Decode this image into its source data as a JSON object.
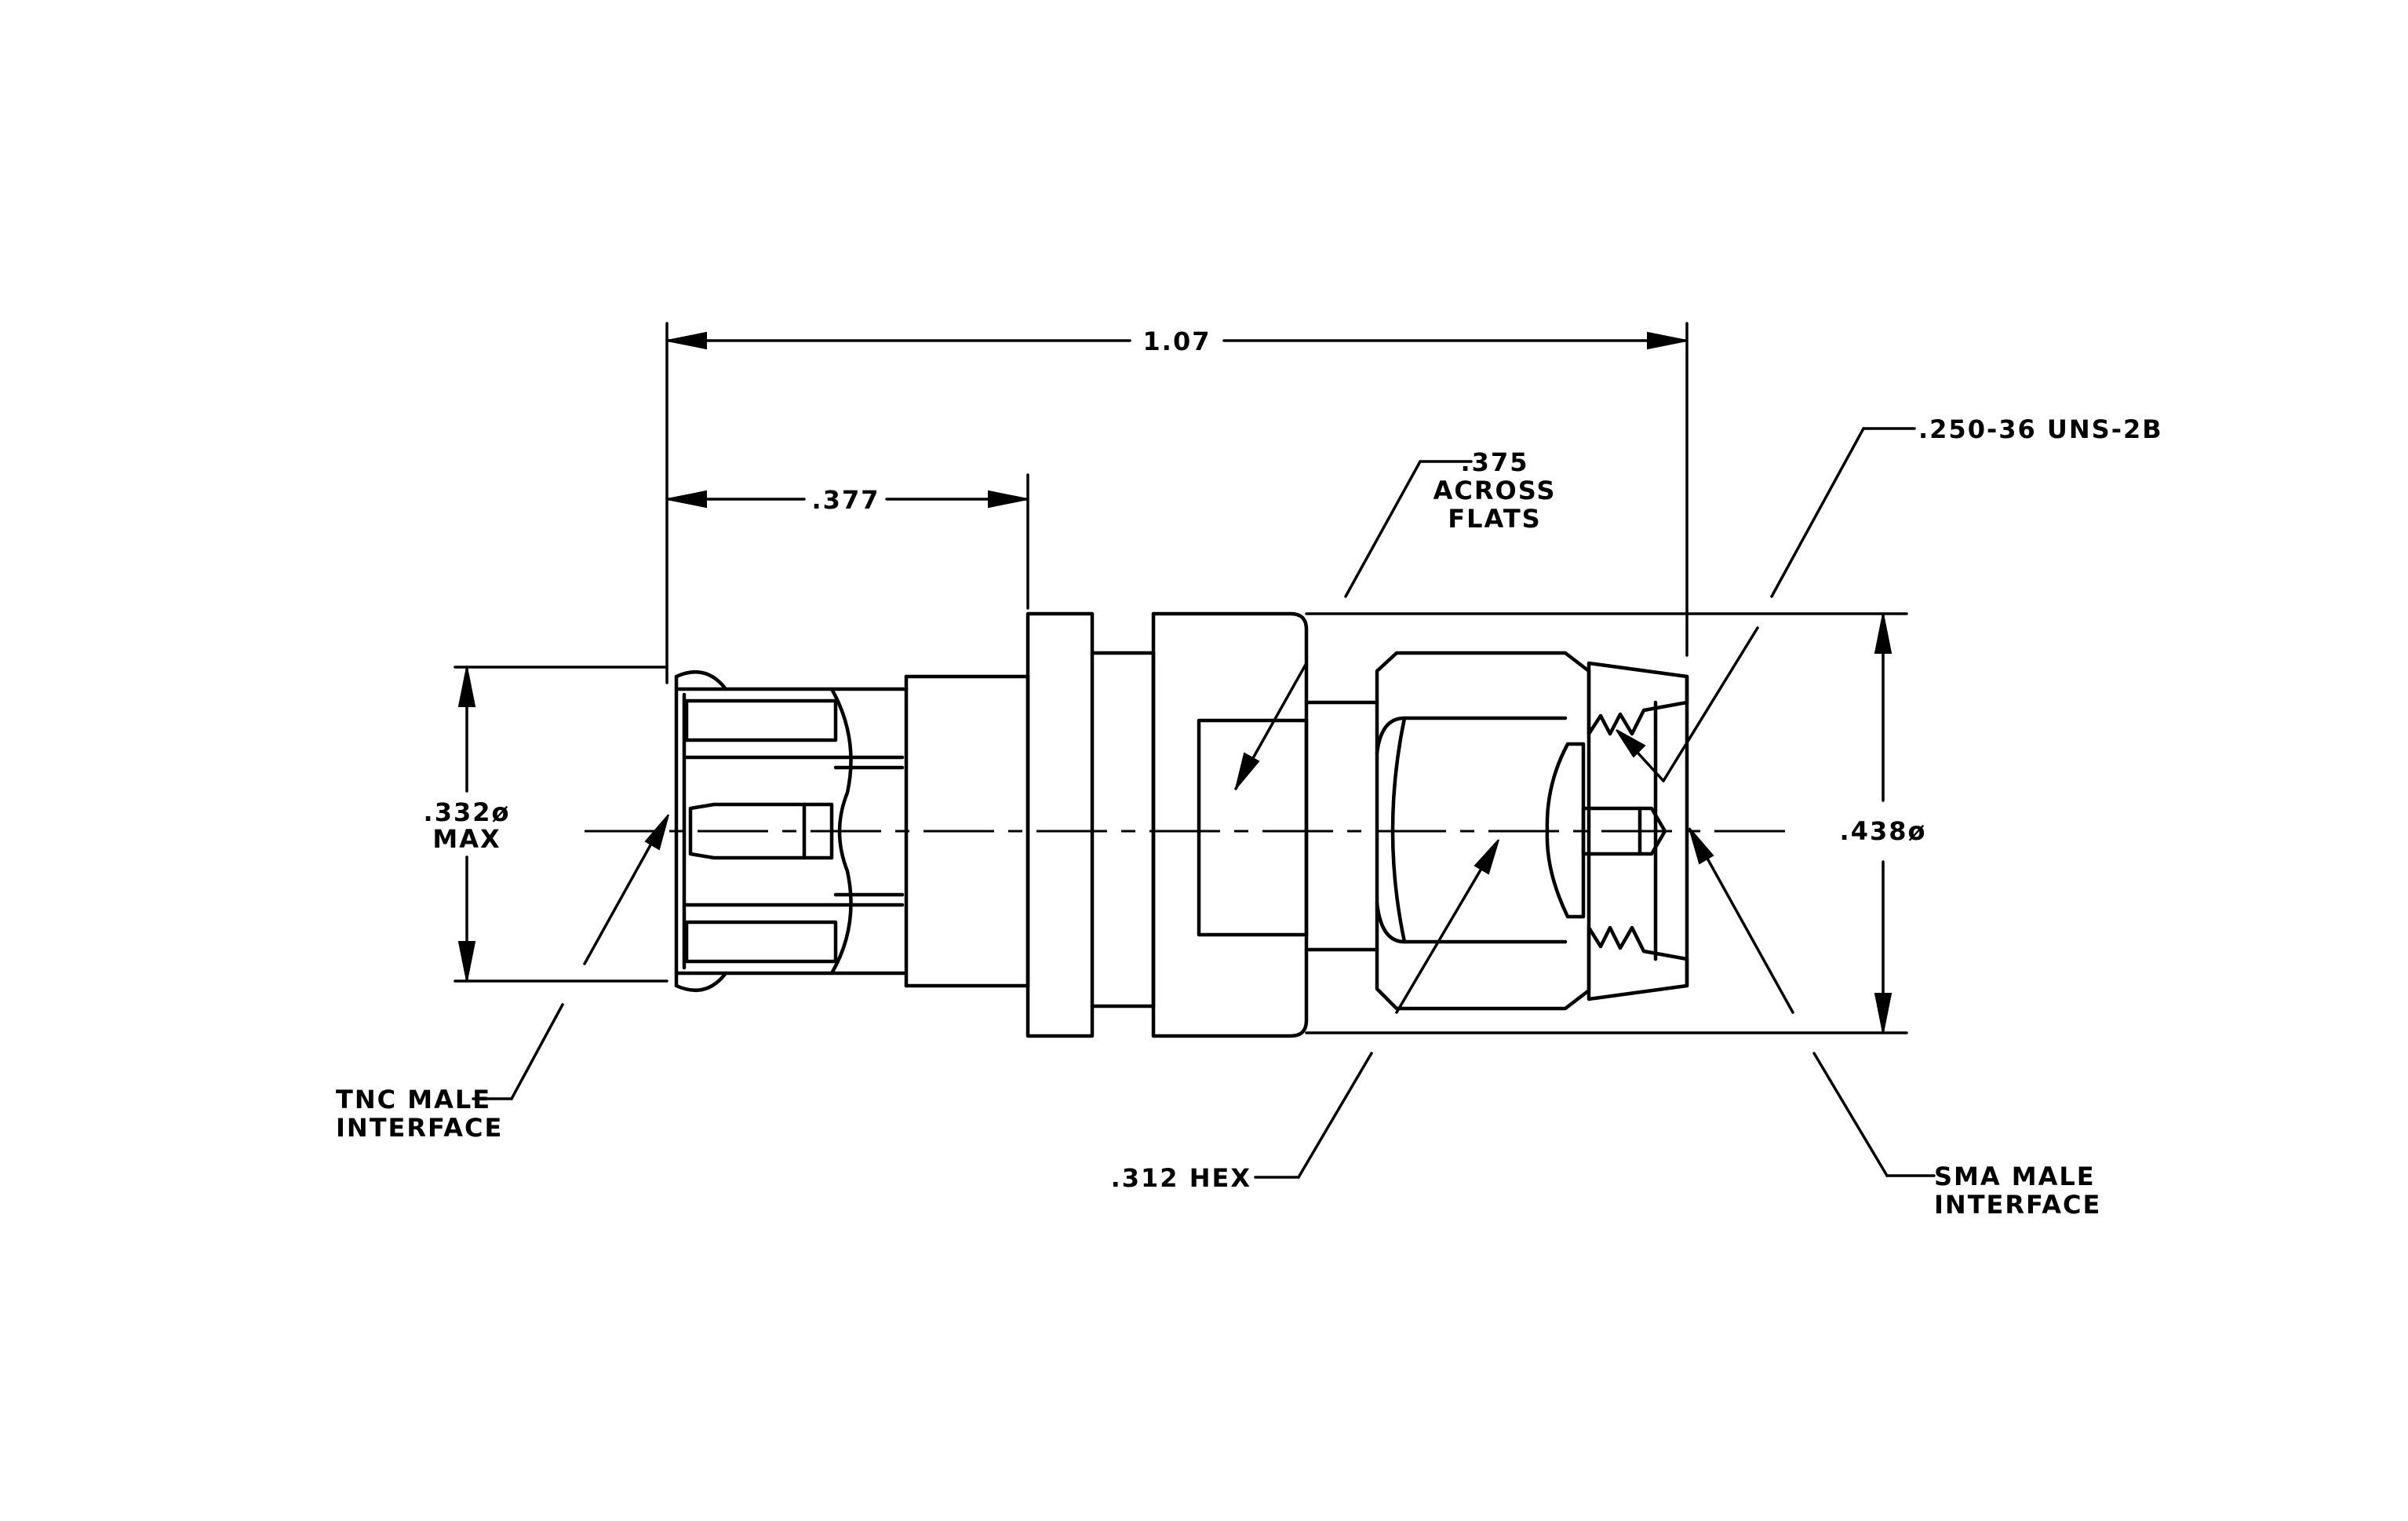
{
  "dimensions": {
    "overall_length": "1.07",
    "tnc_length": ".377",
    "across_flats_value": ".375",
    "across_flats_line2": "ACROSS",
    "across_flats_line3": "FLATS",
    "thread_spec": ".250-36 UNS-2B",
    "tnc_diameter_value": ".332ø",
    "tnc_diameter_qualifier": "MAX",
    "sma_diameter": ".438ø",
    "hex_size": ".312 HEX"
  },
  "callouts": {
    "tnc_line1": "TNC MALE",
    "tnc_line2": "INTERFACE",
    "sma_line1": "SMA MALE",
    "sma_line2": "INTERFACE"
  },
  "colors": {
    "line": "#000000",
    "background": "#ffffff"
  }
}
